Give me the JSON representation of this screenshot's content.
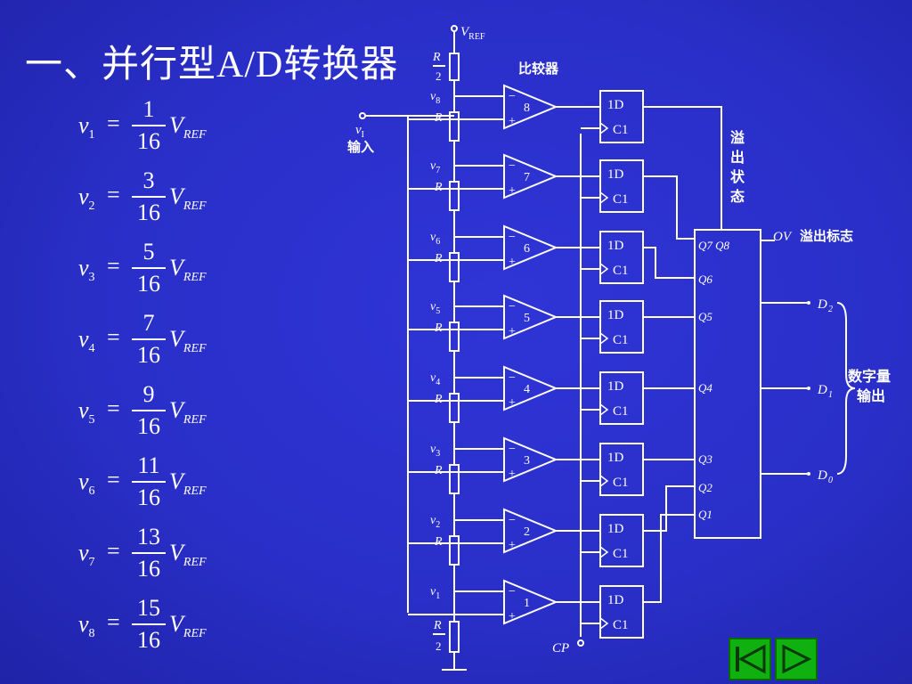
{
  "slide": {
    "title": "一、并行型A/D转换器",
    "colors": {
      "background": "#2a2fc9",
      "ink": "#ffffff",
      "nav": "#10b010"
    }
  },
  "equations": [
    {
      "var": "v",
      "sub": "1",
      "num": "1",
      "den": "16",
      "ref": "V",
      "ref_sub": "REF"
    },
    {
      "var": "v",
      "sub": "2",
      "num": "3",
      "den": "16",
      "ref": "V",
      "ref_sub": "REF"
    },
    {
      "var": "v",
      "sub": "3",
      "num": "5",
      "den": "16",
      "ref": "V",
      "ref_sub": "REF"
    },
    {
      "var": "v",
      "sub": "4",
      "num": "7",
      "den": "16",
      "ref": "V",
      "ref_sub": "REF"
    },
    {
      "var": "v",
      "sub": "5",
      "num": "9",
      "den": "16",
      "ref": "V",
      "ref_sub": "REF"
    },
    {
      "var": "v",
      "sub": "6",
      "num": "11",
      "den": "16",
      "ref": "V",
      "ref_sub": "REF"
    },
    {
      "var": "v",
      "sub": "7",
      "num": "13",
      "den": "16",
      "ref": "V",
      "ref_sub": "REF"
    },
    {
      "var": "v",
      "sub": "8",
      "num": "15",
      "den": "16",
      "ref": "V",
      "ref_sub": "REF"
    }
  ],
  "circuit": {
    "vref_label": "V",
    "vref_sub": "REF",
    "comparator_heading": "比较器",
    "input_label": "输入",
    "input_var": "v",
    "input_sub": "I",
    "resistor_label": "R",
    "half_r_num": "R",
    "half_r_den": "2",
    "tap_labels": [
      "v8",
      "v7",
      "v6",
      "v5",
      "v4",
      "v3",
      "v2",
      "v1"
    ],
    "comparator_numbers": [
      "8",
      "7",
      "6",
      "5",
      "4",
      "3",
      "2",
      "1"
    ],
    "ff_top": "1D",
    "ff_bottom": "C1",
    "overflow_state": [
      "溢",
      "出",
      "状",
      "态"
    ],
    "encoder_outputs": [
      "Q7 Q8",
      "Q6",
      "Q5",
      "Q4",
      "Q3",
      "Q2",
      "Q1"
    ],
    "ov_label": "OV",
    "ov_text": "溢出标志",
    "digital_outputs": [
      "D2",
      "D1",
      "D0"
    ],
    "digital_output_text": [
      "数字量",
      "输出"
    ],
    "clock_label": "CP"
  },
  "nav": {
    "prev_icon": "skip-back-icon",
    "next_icon": "play-forward-icon"
  }
}
